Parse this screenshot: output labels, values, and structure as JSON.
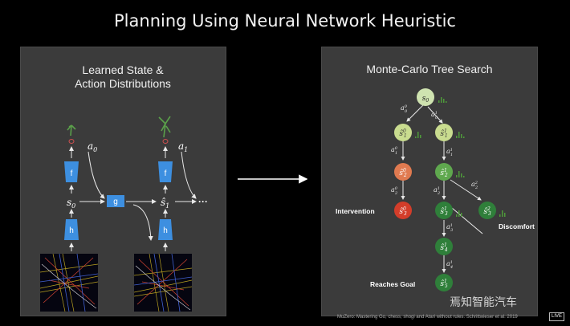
{
  "slide": {
    "title": "Planning Using Neural Network Heuristic",
    "footer": "MuZero: Mastering Go, chess, shogi and Atari without rules. Schrittwieser et al. 2019",
    "live_badge": "LIVE",
    "watermark": "焉知智能汽车"
  },
  "left_panel": {
    "title_line1": "Learned State &",
    "title_line2": "Action Distributions",
    "nodes": {
      "h": "h",
      "f": "f",
      "g": "g",
      "s0": "s",
      "s0_sub": "0",
      "s1": "ŝ",
      "s1_sub": "1",
      "a0": "a",
      "a0_sub": "0",
      "a1": "a",
      "a1_sub": "1",
      "ellipsis": "···"
    }
  },
  "right_panel": {
    "title": "Monte-Carlo Tree Search",
    "labels": {
      "intervention": "Intervention",
      "discomfort": "Discomfort",
      "reaches_goal": "Reaches Goal"
    },
    "colors": {
      "root": "#cfe3b0",
      "light_green": "#c9dc8f",
      "mid_green": "#5fa84e",
      "dark_green": "#2f7f3a",
      "orange": "#e07a50",
      "red": "#d33d2a"
    }
  }
}
